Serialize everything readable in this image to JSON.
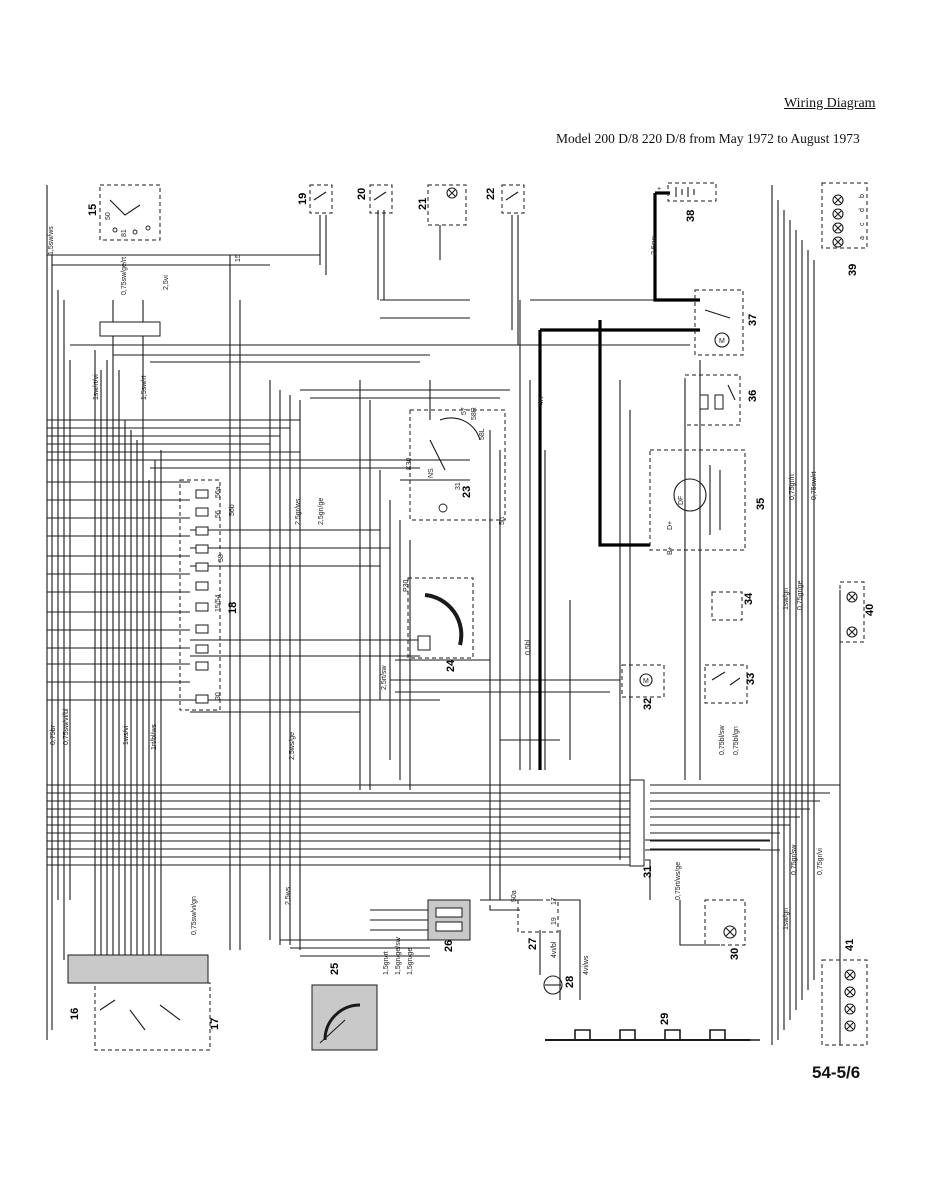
{
  "header": {
    "title": "Wiring Diagram",
    "subtitle": "Model 200 D/8   220 D/8 from May 1972 to August 1973",
    "page_number": "54-5/6"
  },
  "components": {
    "c15": "15",
    "c16": "16",
    "c17": "17",
    "c18": "18",
    "c19": "19",
    "c20": "20",
    "c21": "21",
    "c22": "22",
    "c23": "23",
    "c24": "24",
    "c25": "25",
    "c26": "26",
    "c27": "27",
    "c28": "28",
    "c29": "29",
    "c30": "30",
    "c31": "31",
    "c32": "32",
    "c33": "33",
    "c34": "34",
    "c35": "35",
    "c36": "36",
    "c37": "37",
    "c38": "38",
    "c39": "39",
    "c40": "40",
    "c41": "41"
  },
  "wire_labels": {
    "w1": "2,5sw",
    "w2": "4rt",
    "w3": "1sw/gn",
    "w4": "0,75gr/ge",
    "w5": "0,75sw/rt",
    "w6": "0,75gr/rt",
    "w7": "2,5ws",
    "w8": "2,5vi",
    "w9": "0,75bl/sw",
    "w10": "0,75bl/gn",
    "w11": "4vi/bl",
    "w12": "4vi/ws",
    "w13": "0,75rt/ws/ge",
    "w14": "1,5gn/rt",
    "w15": "1,5gn/ge/sw",
    "w16": "1,5gn/ge",
    "w17": "0,75sw/vi/gn",
    "w18": "2,5gr/ws",
    "w19": "2,5gn/ge",
    "w20": "2,5rt/sw",
    "w21": "0,75br",
    "w22": "0,75sw/vi/bl",
    "w23": "0,75gr/sw",
    "w24": "0,75gr/vi",
    "w25": "1sw/rt/vi",
    "w26": "1,5sw/rt",
    "w27": "1ws/vi",
    "w28": "1rt/bl/ws",
    "w29": "2,5ws/ge",
    "w30": "0,5bl",
    "w31": "1,5sw/ws",
    "w32": "0,75sw/ge/rt",
    "w33": "1sw/gn",
    "w34": "5rt"
  },
  "terminal_labels": {
    "t50": "50",
    "t81": "81",
    "t30": "30",
    "t58": "58",
    "t15": "15",
    "t54": "15/54",
    "t50a": "50a",
    "t17": "17",
    "t19": "19",
    "tD": "D+",
    "tDF": "DF",
    "tB": "B+",
    "tP30": "P30",
    "tK30": "K30",
    "tNS": "NS",
    "t56": "56",
    "t56a": "56a",
    "t56b": "56b",
    "t31": "31",
    "t58R": "58R",
    "t58L": "58L",
    "t57": "57"
  },
  "connector_letters": {
    "a": "a",
    "b": "b",
    "c": "c",
    "d": "d"
  }
}
